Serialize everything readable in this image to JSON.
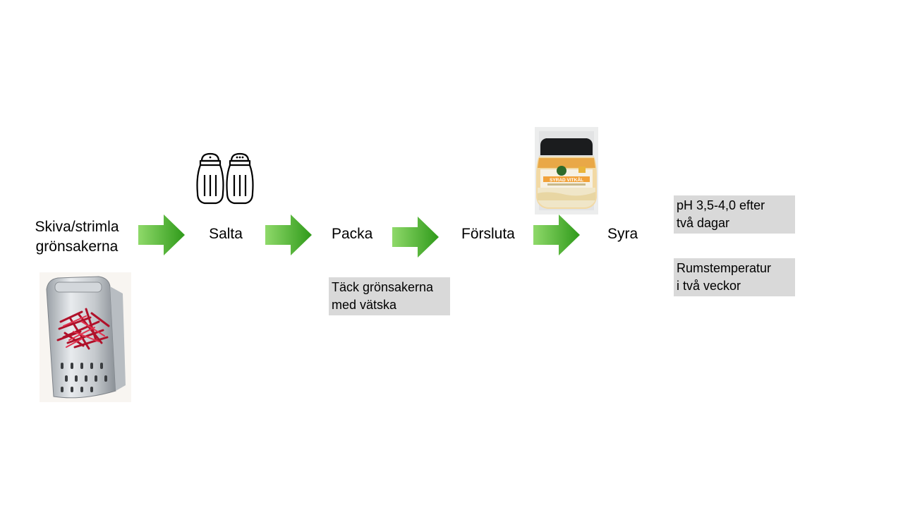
{
  "colors": {
    "arrow_light": "#8fd96a",
    "arrow_dark": "#2f9a1a",
    "note_bg": "#d9d9d9"
  },
  "steps": [
    {
      "line1": "Skiva/strimla",
      "line2": "grönsakerna"
    },
    {
      "label": "Salta"
    },
    {
      "label": "Packa"
    },
    {
      "label": "Försluta"
    },
    {
      "label": "Syra"
    }
  ],
  "notes": {
    "packa_line1": "Täck grönsakerna",
    "packa_line2": "med vätska",
    "ph_line1": "pH 3,5-4,0 efter",
    "ph_line2": "två dagar",
    "temp_line1": "Rumstemperatur",
    "temp_line2": "i två veckor"
  },
  "images": {
    "grater": "grater-with-beetroot-icon",
    "salt": "salt-shakers-icon",
    "jar": "fermented-vegetable-jar-icon",
    "jar_label": "SYRAD VITKÅL"
  }
}
